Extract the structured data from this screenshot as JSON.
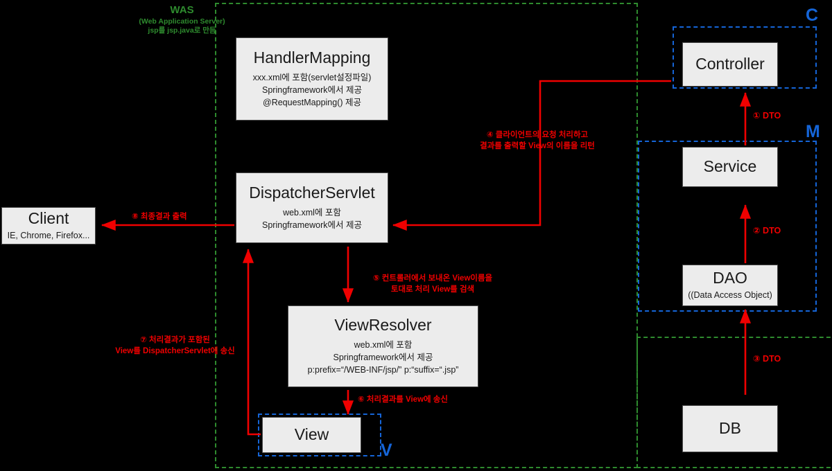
{
  "diagram": {
    "title": "Spring MVC Request Flow",
    "colors": {
      "box_fill": "#ececec",
      "box_border": "#4a4a4a",
      "arrow_red": "#f00000",
      "region_blue": "#1565d8",
      "region_green": "#2e8b2e",
      "background": "#000000"
    }
  },
  "regions": {
    "was": {
      "label_line1": "WAS",
      "label_line2": "(Web Application Server)",
      "label_line3": "jsp를  jsp.java로 만듬",
      "color": "#2e8b2e",
      "style": "dashed"
    },
    "db_zone": {
      "label": "",
      "color": "#2e8b2e",
      "style": "dashed"
    },
    "controller_zone": {
      "label": "C",
      "color": "#1565d8",
      "style": "dashed"
    },
    "model_zone": {
      "label": "M",
      "color": "#1565d8",
      "style": "dashed"
    },
    "view_zone": {
      "label": "V",
      "color": "#1565d8",
      "style": "dashed"
    }
  },
  "nodes": {
    "client": {
      "title": "Client",
      "sub": "IE, Chrome, Firefox..."
    },
    "handler": {
      "title": "HandlerMapping",
      "sub": "xxx.xml에 포함(servlet설정파일)\nSpringframework에서 제공\n@RequestMapping() 제공"
    },
    "dispatcher": {
      "title": "DispatcherServlet",
      "sub": "web.xml에 포함\nSpringframework에서 제공"
    },
    "viewresolver": {
      "title": "ViewResolver",
      "sub": "web.xml에 포함\nSpringframework에서 제공\np:prefix=“/WEB-INF/jsp/”  p:“suffix=“.jsp”"
    },
    "view": {
      "title": "View",
      "sub": ""
    },
    "controller": {
      "title": "Controller",
      "sub": ""
    },
    "service": {
      "title": "Service",
      "sub": ""
    },
    "dao": {
      "title": "DAO",
      "sub": "((Data Access Object)"
    },
    "db": {
      "title": "DB",
      "sub": ""
    }
  },
  "annotations": {
    "dto1": "① DTO",
    "dto2": "② DTO",
    "dto3": "③ DTO",
    "step4": "④ 클라이언트의 요청 처리하고\n결과를 출력할 View의 이름을 리턴",
    "step5": "⑤ 컨트롤러에서 보내온 View이름을\n토대로 처리 View를 검색",
    "step6": "⑥ 처리결과를 View에 송신",
    "step7": "⑦ 처리결과가 포함된\nView를 DispatcherServlet에 송신",
    "step8": "⑧ 최종결과 출력"
  }
}
